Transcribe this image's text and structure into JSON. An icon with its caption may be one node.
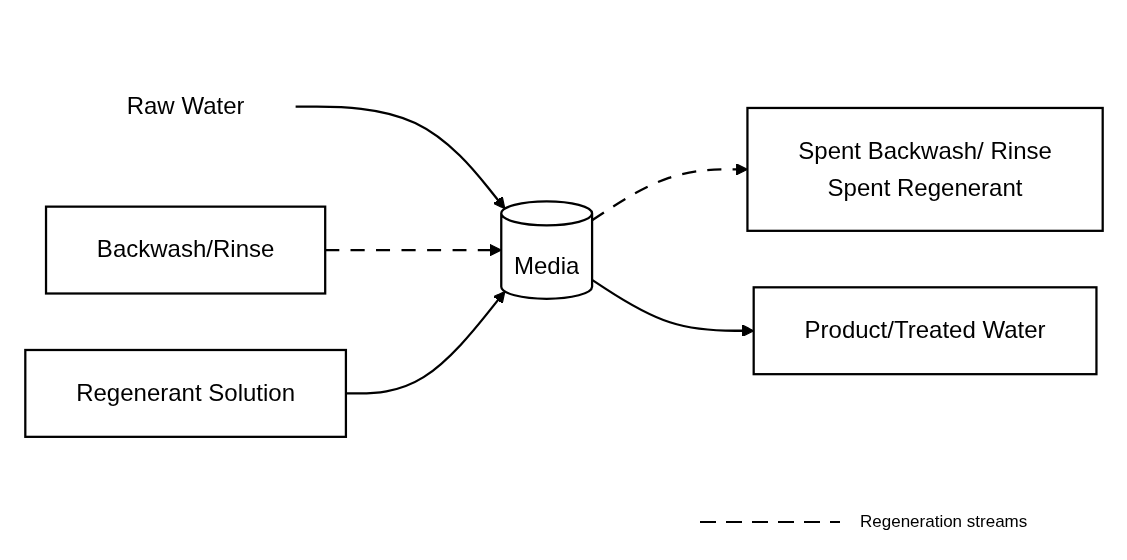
{
  "diagram": {
    "nodes": [
      {
        "text": [
          "Raw Water"
        ]
      },
      {
        "text": [
          "Media"
        ]
      },
      {
        "text": [
          "Spent Backwash/ Rinse",
          "Spent Regenerant"
        ]
      },
      {
        "text": [
          "Product/Treated Water"
        ]
      },
      {
        "text": [
          "Backwash/Rinse"
        ]
      },
      {
        "text": [
          "Regenerant Solution"
        ]
      }
    ],
    "edges": [
      {
        "from": 0,
        "to": 1,
        "arrow": "to"
      },
      {
        "from": 1,
        "to": 2,
        "arrow": "to",
        "style": "dashed"
      },
      {
        "from": 1,
        "to": 3,
        "arrow": "to"
      },
      {
        "from": 4,
        "to": 1,
        "arrow": "to",
        "style": "dashed"
      },
      {
        "from": 5,
        "to": 1,
        "arrow": "to"
      }
    ],
    "legend": [
      {
        "text": "Regeneration streams"
      }
    ]
  }
}
